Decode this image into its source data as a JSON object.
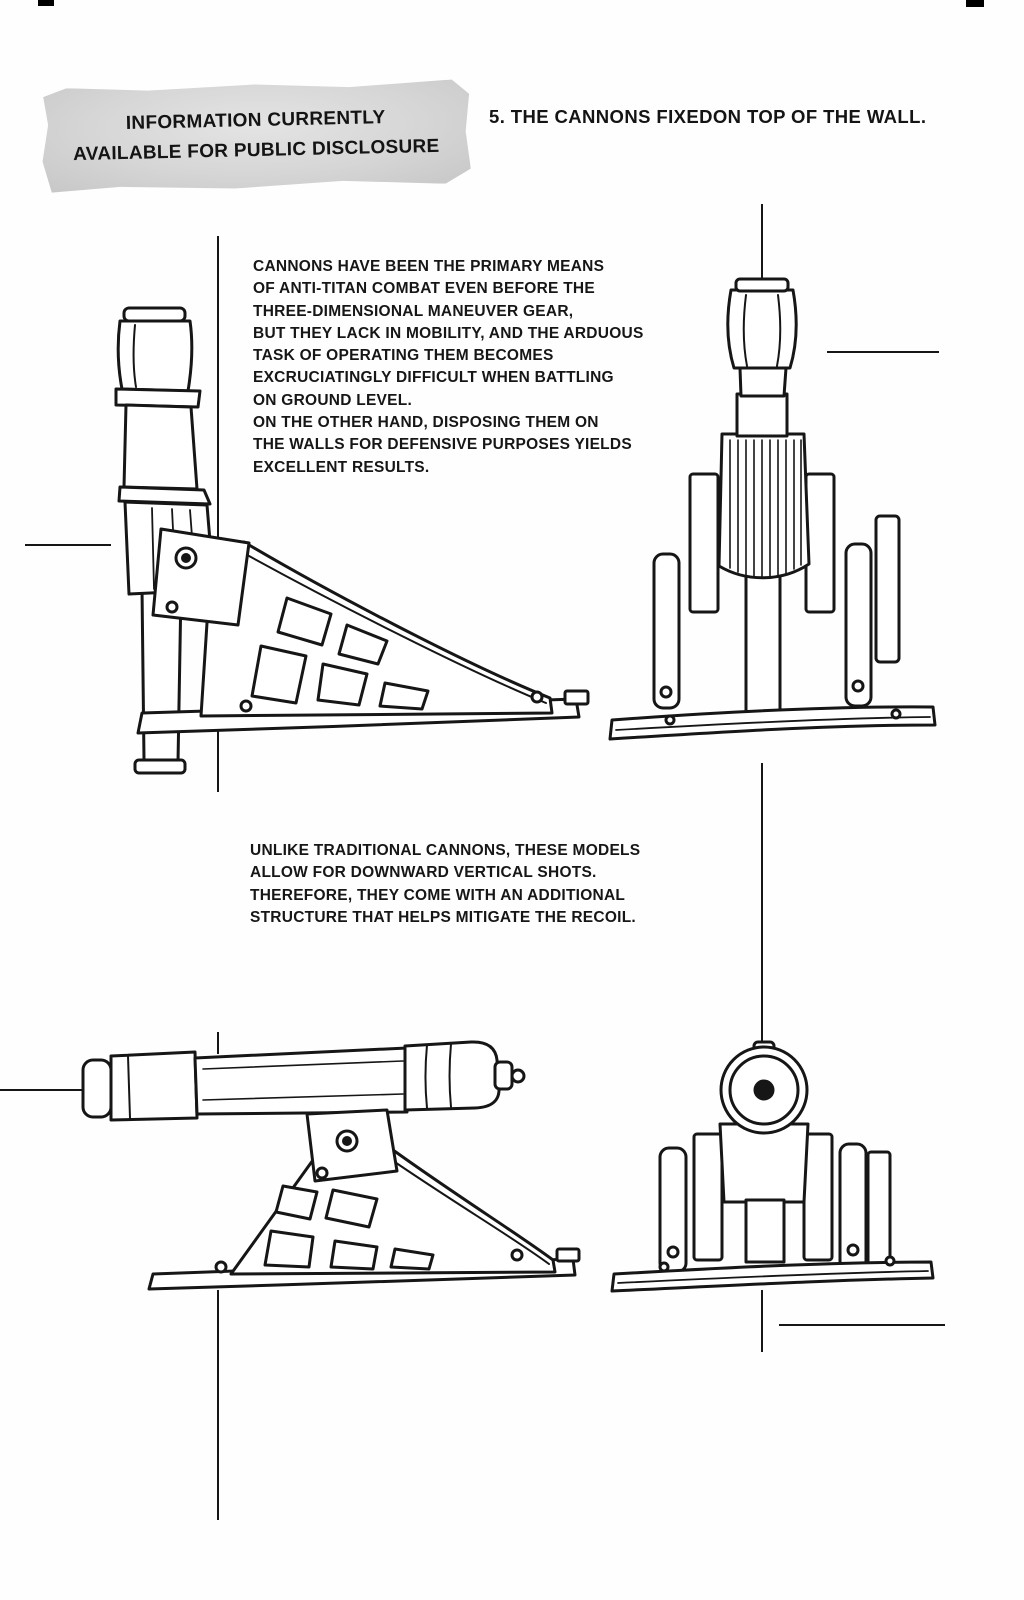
{
  "colors": {
    "ink": "#1a1a1a",
    "paper": "#ffffff",
    "disclosure_box_bg": "#d6d6d6"
  },
  "header": {
    "disclosure_box": "INFORMATION CURRENTLY\nAVAILABLE FOR PUBLIC DISCLOSURE",
    "section_title": "5. THE CANNONS FIXEDON TOP OF THE WALL."
  },
  "paragraphs": {
    "intro": "CANNONS HAVE BEEN THE PRIMARY MEANS\nOF ANTI-TITAN COMBAT EVEN BEFORE THE\nTHREE-DIMENSIONAL MANEUVER GEAR,\nBUT THEY LACK IN MOBILITY, AND THE ARDUOUS\nTASK OF OPERATING THEM BECOMES\nEXCRUCIATINGLY DIFFICULT WHEN BATTLING\nON GROUND LEVEL.\nON THE OTHER HAND, DISPOSING THEM ON\nTHE WALLS FOR DEFENSIVE PURPOSES YIELDS\nEXCELLENT RESULTS.",
    "recoil": "UNLIKE TRADITIONAL CANNONS, THESE MODELS\nALLOW FOR DOWNWARD VERTICAL SHOTS.\nTHEREFORE, THEY COME WITH AN ADDITIONAL\nSTRUCTURE THAT HELPS MITIGATE THE RECOIL."
  }
}
